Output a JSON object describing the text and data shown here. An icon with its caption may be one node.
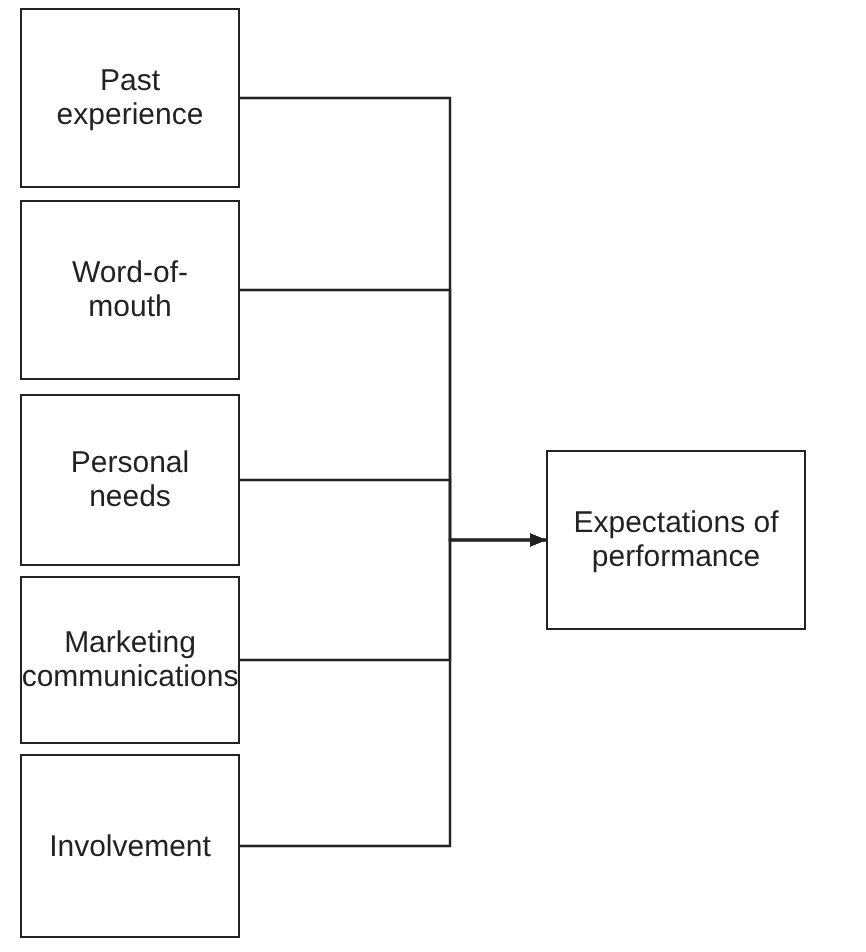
{
  "diagram": {
    "nodes": [
      {
        "text": [
          "Past experience"
        ]
      },
      {
        "text": [
          "Word-of-mouth"
        ]
      },
      {
        "text": [
          "Personal needs"
        ]
      },
      {
        "text": [
          "Marketing communications"
        ]
      },
      {
        "text": [
          "Involvement"
        ]
      },
      {
        "text": [
          "Expectations of performance"
        ]
      }
    ],
    "edges": [
      {
        "from": 0,
        "to": 5,
        "arrow": "to"
      },
      {
        "from": 1,
        "to": 5,
        "arrow": "to"
      },
      {
        "from": 2,
        "to": 5,
        "arrow": "to"
      },
      {
        "from": 3,
        "to": 5,
        "arrow": "to"
      },
      {
        "from": 4,
        "to": 5,
        "arrow": "to"
      }
    ]
  }
}
